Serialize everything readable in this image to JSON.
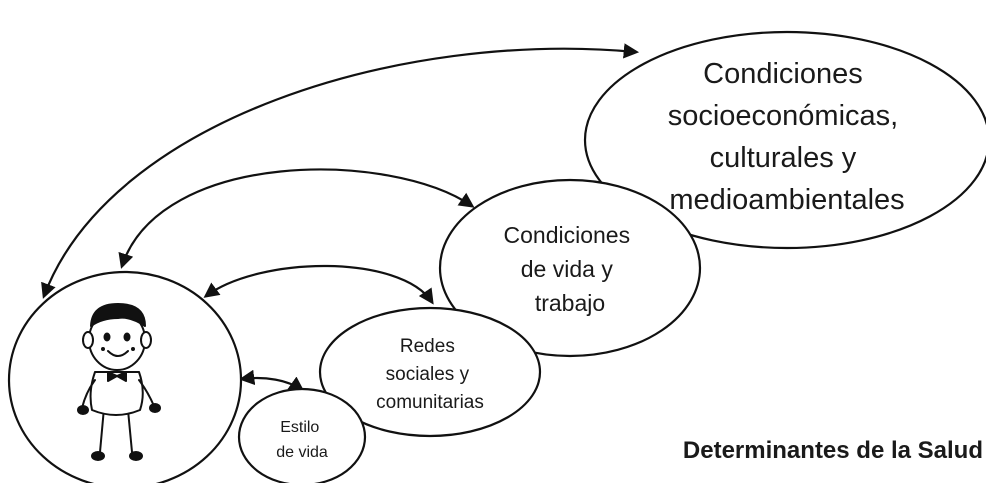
{
  "diagram": {
    "title": "Determinantes de la Salud",
    "nodes": {
      "estilo": {
        "lines": [
          "Estilo",
          "de vida"
        ]
      },
      "redes": {
        "lines": [
          "Redes",
          "sociales y",
          "comunitarias"
        ]
      },
      "vida": {
        "lines": [
          "Condiciones",
          "de vida y",
          "trabajo"
        ]
      },
      "socio": {
        "lines": [
          "Condiciones",
          "socioeconómicas,",
          "culturales y",
          "medioambientales"
        ]
      }
    }
  }
}
